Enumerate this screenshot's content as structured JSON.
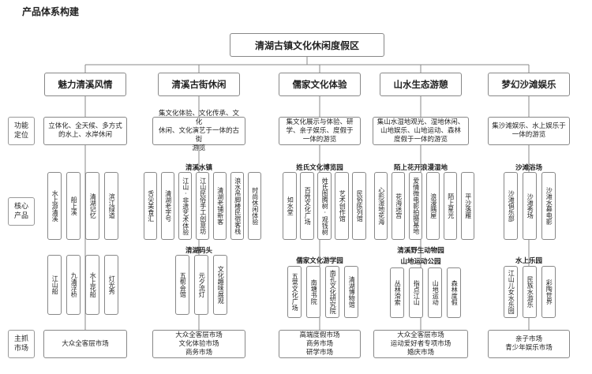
{
  "page_title": "产品体系构建",
  "root": "清湖古镇文化休闲度假区",
  "row_labels": {
    "function": "功能\n定位",
    "core": "核心\n产品",
    "market": "主抓\n市场"
  },
  "categories": [
    {
      "name": "魅力清溪风情",
      "positioning": "立体化、全天候、多方式\n的水上、水岸休闲",
      "groups": [
        {
          "title": "",
          "items": [
            "水上游清溪",
            "船上溪",
            "清湖记忆",
            "滨江绿道"
          ]
        },
        {
          "title": "",
          "items": [
            "江山船",
            "九清浮桥",
            "水上花船",
            "灯光秀"
          ]
        }
      ],
      "markets": [
        "大众全客层市场"
      ]
    },
    {
      "name": "清溪古街休闲",
      "positioning": "集文化体验、文化传承、文化\n休闲、文化演艺于一体的古街\n游览",
      "groups": [
        {
          "title": "清溪水镇",
          "items": [
            "舌尖美食汇",
            "清湖老字号",
            "江山·非遗艺术体验",
            "江山民俗手工创意坊",
            "清湖老铺新客",
            "浪水吊脚楼民宿客栈",
            "时尚休闲体验"
          ]
        },
        {
          "title": "清湖码头",
          "items": [
            "五帮会馆",
            "元夕流灯",
            "文化趣味展观"
          ]
        }
      ],
      "markets": [
        "大众全客层市场",
        "文化体验市场",
        "商务市场"
      ]
    },
    {
      "name": "儒家文化体验",
      "positioning": "集文化展示与体验、研\n学、亲子娱乐、度假于\n一体的游览",
      "groups": [
        {
          "title": "姓氏文化博览园",
          "items": [
            "如水堂",
            "百姓文化广场",
            "姓氏图腾树·观钱树",
            "艺术创作馆",
            "民俗陈列馆"
          ]
        },
        {
          "title": "儒家文化游学园",
          "items": [
            "五常文化广场",
            "南塘书院",
            "南孔文化研究院",
            "清湖博物馆"
          ]
        }
      ],
      "markets": [
        "高端度假市场",
        "商务市场",
        "研学市场"
      ]
    },
    {
      "name": "山水生态游憩",
      "positioning": "集山水湿地观光、湿地休闲、\n山地娱乐、山地运动、森林\n度假于一体的游览",
      "groups": [
        {
          "title": "陌上花开浪漫湿地",
          "items": [
            "心形湿地花海",
            "花海迷宫",
            "爱情微电影拍摄基地",
            "浪漫隅屋",
            "陌上星光",
            "平沙落雁"
          ]
        },
        {
          "title": "清溪野生动物园",
          "items": []
        },
        {
          "title": "山地运动公园",
          "items": [
            "丛林滑索",
            "指点江山",
            "山地运动",
            "森林度假"
          ]
        }
      ],
      "markets": [
        "大众全客层市场",
        "运动爱好者专项市场",
        "婚庆市场"
      ]
    },
    {
      "name": "梦幻沙滩娱乐",
      "positioning": "集沙滩娱乐、水上娱乐于\n一体的游览",
      "groups": [
        {
          "title": "沙滩浴场",
          "items": [
            "沙滩俱乐部",
            "沙滩秀场",
            "沙滩水幕电影"
          ]
        },
        {
          "title": "水上乐园",
          "items": [
            "江山儿女水乐园",
            "民族水游乐",
            "彩陶世界"
          ]
        }
      ],
      "markets": [
        "亲子市场",
        "青少年娱乐市场"
      ]
    }
  ]
}
